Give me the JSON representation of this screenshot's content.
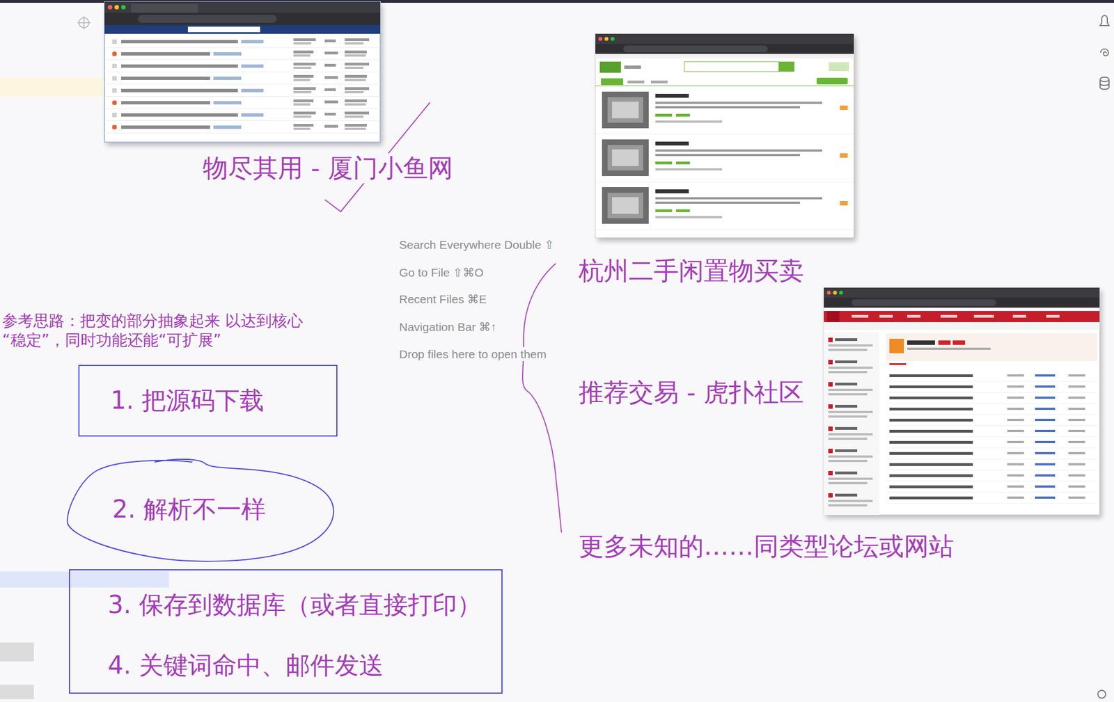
{
  "diagram": {
    "nodes": [
      {
        "text": [
          "1. 把源码下载"
        ]
      },
      {
        "text": [
          "2. 解析不一样"
        ]
      },
      {
        "text": [
          "3. 保存到数据库（或者直接打印）",
          "4. 关键词命中、邮件发送"
        ]
      }
    ],
    "labels": [
      "物尽其用 - 厦门小鱼网",
      "Search Everywhere Double ⇧",
      "Go to File ⇧⌘O",
      "Recent Files ⌘E",
      "Navigation Bar ⌘↑",
      "Drop files here to open them",
      "杭州二手闲置物买卖",
      "参考思路：把变的部分抽象起来 以达到核心“稳定”，同时功能还能“可扩展”",
      "推荐交易 - 虎扑社区",
      "更多未知的……同类型论坛或网站"
    ]
  }
}
